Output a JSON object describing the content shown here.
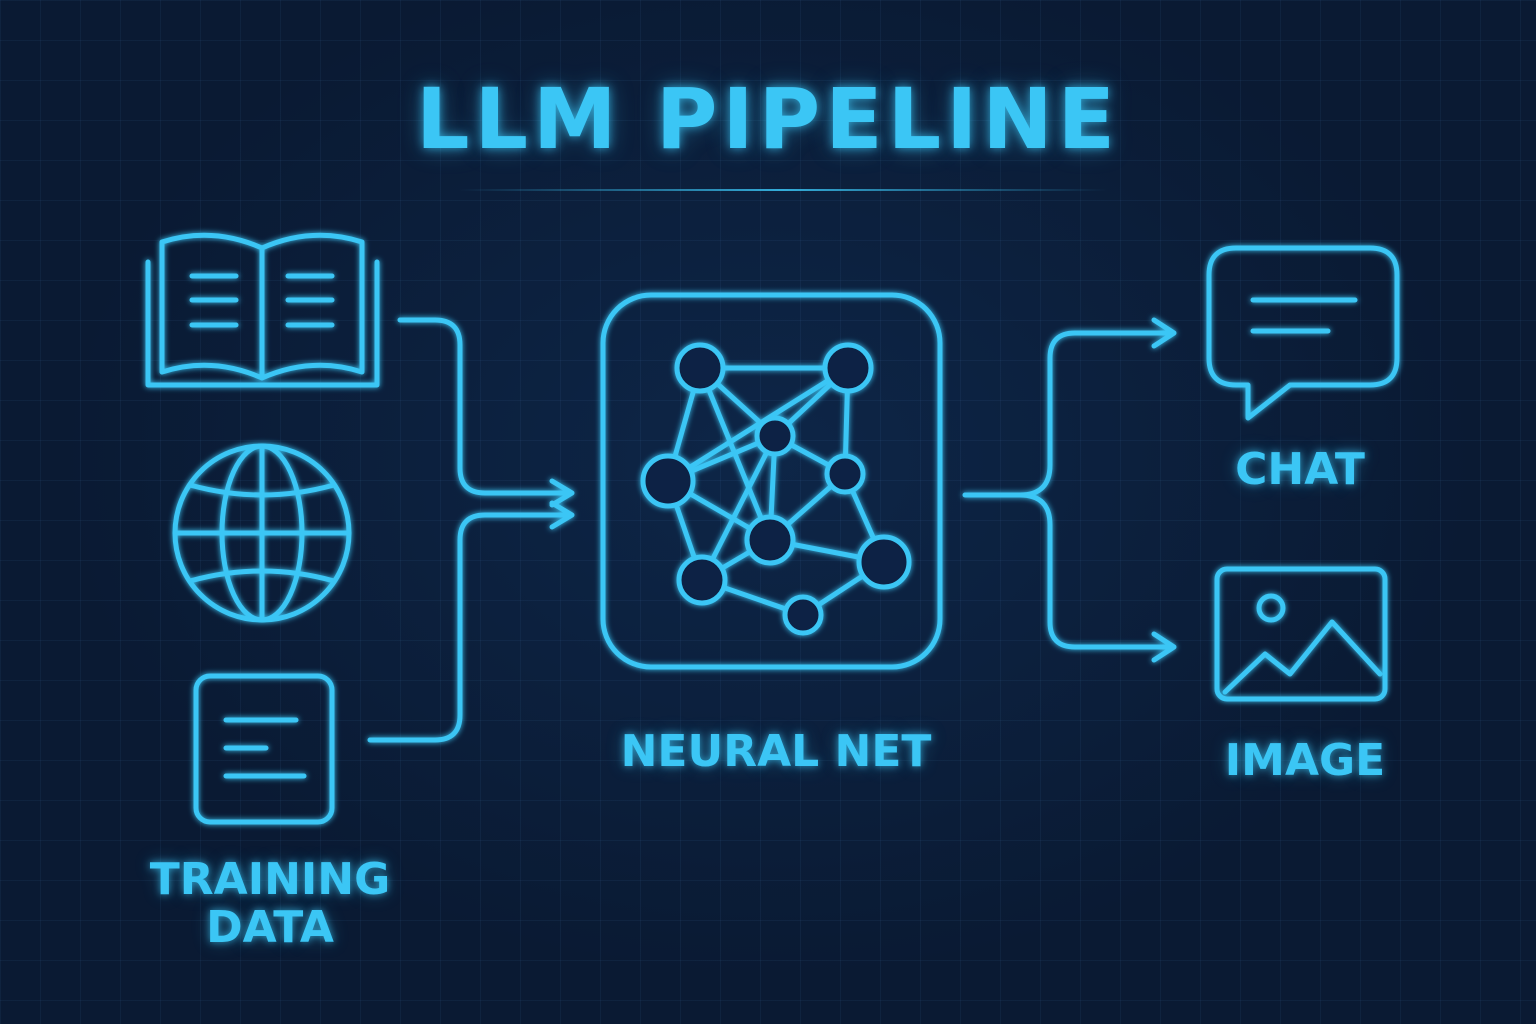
{
  "title": "LLM PIPELINE",
  "labels": {
    "training_line1": "TRAINING",
    "training_line2": "DATA",
    "neural_net": "NEURAL NET",
    "chat": "CHAT",
    "image": "IMAGE"
  },
  "icons": {
    "inputs": [
      "book-icon",
      "globe-icon",
      "document-icon"
    ],
    "core": "neural-network-icon",
    "outputs": [
      "chat-bubble-icon",
      "image-icon"
    ]
  },
  "colors": {
    "background": "#0a1a33",
    "accent": "#3bc6f5"
  }
}
